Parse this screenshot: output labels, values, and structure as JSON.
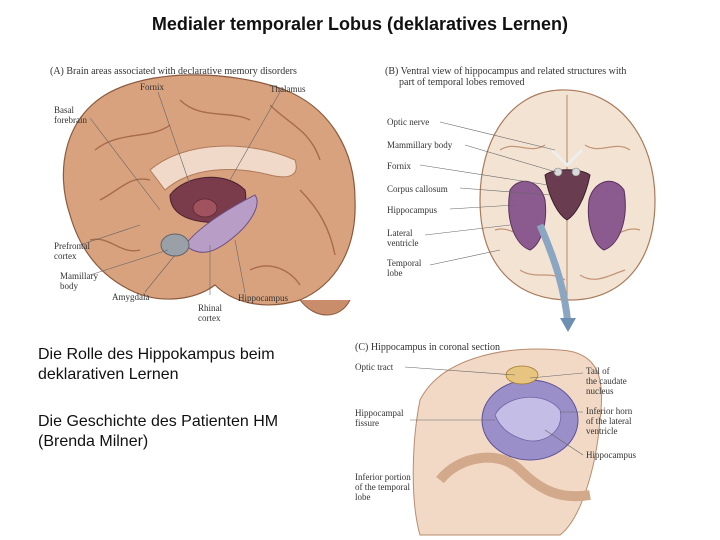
{
  "slide": {
    "title": "Medialer temporaler Lobus (deklaratives Lernen)",
    "bullets": [
      "Die Rolle des Hippokampus beim deklarativen Lernen",
      "Die Geschichte des Patienten HM (Brenda Milner)"
    ]
  },
  "figure": {
    "panel_a": {
      "caption": "(A)  Brain areas associated with declarative memory disorders",
      "labels": {
        "fornix": "Fornix",
        "thalamus": "Thalamus",
        "basal": "Basal",
        "forebrain": "forebrain",
        "prefrontal": "Prefrontal",
        "cortex": "cortex",
        "mamillary": "Mamillary",
        "body": "body",
        "amygdala": "Amygdala",
        "rhinal": "Rhinal",
        "rhinal_cortex": "cortex",
        "hippocampus": "Hippocampus"
      }
    },
    "panel_b": {
      "caption_line1": "(B)  Ventral view of hippocampus and related structures with",
      "caption_line2": "part of temporal lobes removed",
      "labels": {
        "optic_nerve": "Optic nerve",
        "mammillary_body": "Mammillary body",
        "fornix": "Fornix",
        "corpus_callosum": "Corpus callosum",
        "hippocampus": "Hippocampus",
        "lateral": "Lateral",
        "ventricle": "ventricle",
        "temporal": "Temporal",
        "lobe": "lobe"
      }
    },
    "panel_c": {
      "caption": "(C)  Hippocampus in coronal section",
      "labels": {
        "optic_tract": "Optic tract",
        "hippocampal": "Hippocampal",
        "fissure": "fissure",
        "inferior_portion": "Inferior portion",
        "of_the_temporal": "of the temporal",
        "lobe": "lobe",
        "tail_of": "Tail of",
        "the_caudate": "the caudate",
        "nucleus": "nucleus",
        "inferior_horn": "Inferior horn",
        "of_the_lateral": "of the lateral",
        "ventricle": "ventricle",
        "hippocampus": "Hippocampus"
      }
    }
  }
}
